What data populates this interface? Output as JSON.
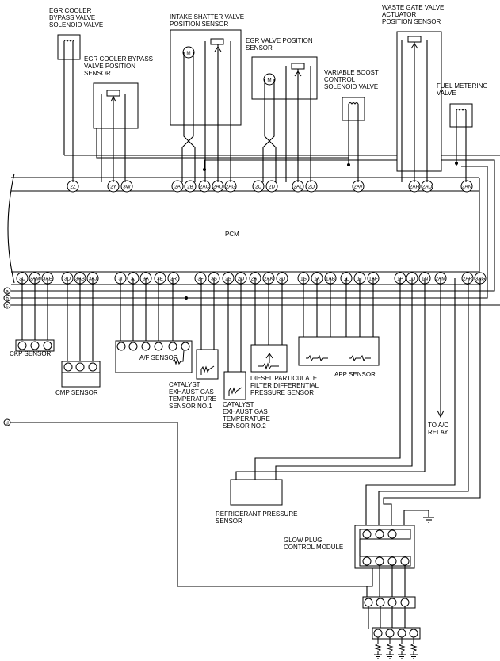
{
  "pcm_label": "PCM",
  "bus_labels": [
    "a",
    "b",
    "c",
    "d"
  ],
  "top_pins": [
    "2Z",
    "2Y",
    "3W",
    "2A",
    "2B",
    "2AC",
    "2AU",
    "2AG",
    "2C",
    "2D",
    "2AL",
    "2Q",
    "2AV",
    "2AH",
    "2AO",
    "2AN"
  ],
  "bottom_pins": [
    "3C",
    "3AM",
    "3AE",
    "3D",
    "3AB",
    "3AJ",
    "3I",
    "3J",
    "3A",
    "3E",
    "2R",
    "3F",
    "3S",
    "2S",
    "2O",
    "2AT",
    "2AK",
    "3O",
    "1S",
    "1X",
    "1AB",
    "1L",
    "1T",
    "1AF",
    "1P",
    "1O",
    "1N",
    "2AM",
    "2AR",
    "3AG"
  ],
  "components": {
    "egr_cooler_bypass_valve_solenoid": [
      "EGR COOLER",
      "BYPASS VALVE",
      "SOLENOID VALVE"
    ],
    "egr_cooler_bypass_valve_position_sensor": [
      "EGR COOLER BYPASS",
      "VALVE POSITION",
      "SENSOR"
    ],
    "intake_shutter_valve_position_sensor": [
      "INTAKE SHATTER VALVE",
      "POSITION SENSOR"
    ],
    "egr_valve_position_sensor": [
      "EGR VALVE POSITION",
      "SENSOR"
    ],
    "variable_boost_control_solenoid_valve": [
      "VARIABLE BOOST",
      "CONTROL",
      "SOLENOID VALVE"
    ],
    "waste_gate_valve_actuator_position_sensor": [
      "WASTE GATE VALVE",
      "ACTUATOR",
      "POSITION SENSOR"
    ],
    "fuel_metering_valve": [
      "FUEL METERING",
      "VALVE"
    ],
    "ckp_sensor": [
      "CKP SENSOR"
    ],
    "cmp_sensor": [
      "CMP SENSOR"
    ],
    "af_sensor": [
      "A/F SENSOR"
    ],
    "catalyst_exhaust_gas_temp_sensor_1": [
      "CATALYST",
      "EXHAUST GAS",
      "TEMPERATURE",
      "SENSOR NO.1"
    ],
    "catalyst_exhaust_gas_temp_sensor_2": [
      "CATALYST",
      "EXHAUST GAS",
      "TEMPERATURE",
      "SENSOR NO.2"
    ],
    "dpf_differential_pressure_sensor": [
      "DIESEL PARTICULATE",
      "FILTER DIFFERENTIAL",
      "PRESSURE SENSOR"
    ],
    "app_sensor": [
      "APP SENSOR"
    ],
    "to_ac_relay": [
      "TO A/C",
      "RELAY"
    ],
    "refrigerant_pressure_sensor": [
      "REFRIGERANT PRESSURE",
      "SENSOR"
    ],
    "glow_plug_control_module": [
      "GLOW PLUG",
      "CONTROL MODULE"
    ]
  },
  "motor_symbol": "M"
}
